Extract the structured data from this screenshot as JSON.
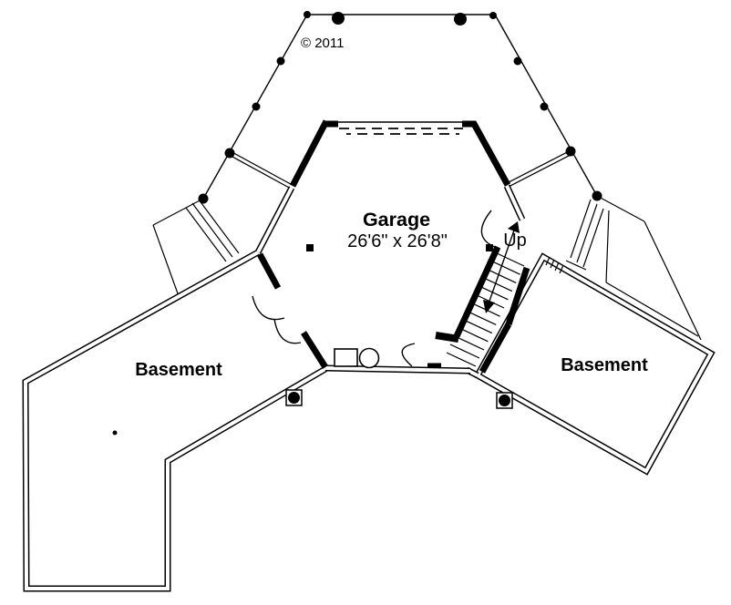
{
  "page": {
    "background": "#ffffff",
    "line_color": "#000000"
  },
  "plan": {
    "copyright": "© 2011",
    "rooms": {
      "garage": {
        "label": "Garage",
        "dimensions": "26'6\" x 26'8\""
      },
      "basement_left": {
        "label": "Basement"
      },
      "basement_right": {
        "label": "Basement"
      }
    },
    "stairs": {
      "direction_label": "Up"
    }
  }
}
